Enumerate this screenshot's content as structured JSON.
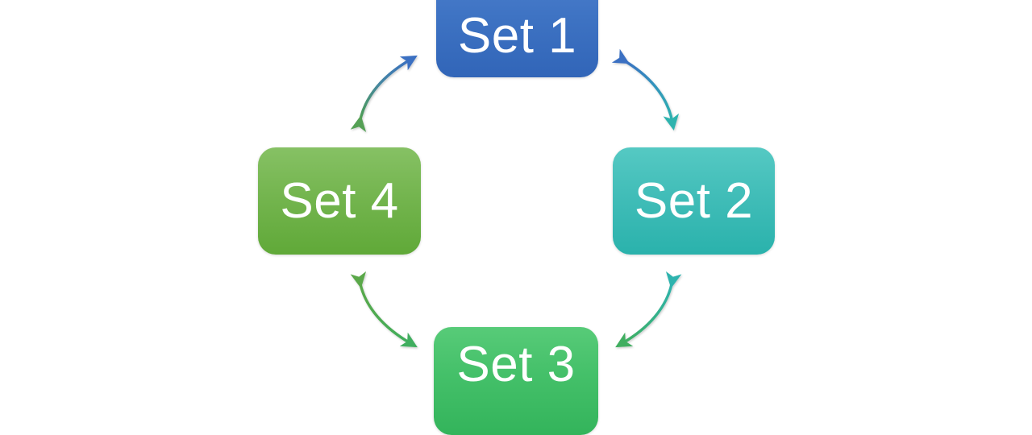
{
  "diagram": {
    "type": "cycle-diagram",
    "title": "",
    "background_color": "#ffffff",
    "nodes": [
      {
        "id": "set1",
        "label": "Set 1",
        "position": "top",
        "color_top": "#4C7FCE",
        "color_bottom": "#3165B8",
        "shape": "rounded-rectangle"
      },
      {
        "id": "set2",
        "label": "Set 2",
        "position": "right",
        "color_top": "#55C9C3",
        "color_bottom": "#2AB2AC",
        "shape": "rounded-rectangle"
      },
      {
        "id": "set3",
        "label": "Set 3",
        "position": "bottom",
        "color_top": "#57CB78",
        "color_bottom": "#33B45B",
        "shape": "rounded-rectangle"
      },
      {
        "id": "set4",
        "label": "Set 4",
        "position": "left",
        "color_top": "#86C164",
        "color_bottom": "#60A938",
        "shape": "rounded-rectangle"
      }
    ],
    "connectors": [
      {
        "id": "set4-set1",
        "from": "set4",
        "to": "set1",
        "style": "curved-double-arrow",
        "color_from": "#4E9E4E",
        "color_to": "#3A6FC2"
      },
      {
        "id": "set1-set2",
        "from": "set1",
        "to": "set2",
        "style": "curved-double-arrow",
        "color_from": "#3A6FC2",
        "color_to": "#2DB3AE"
      },
      {
        "id": "set2-set3",
        "from": "set2",
        "to": "set3",
        "style": "curved-double-arrow",
        "color_from": "#2DB3AE",
        "color_to": "#3FAE5E"
      },
      {
        "id": "set3-set4",
        "from": "set3",
        "to": "set4",
        "style": "curved-double-arrow",
        "color_from": "#3FAE5E",
        "color_to": "#5AA84A"
      }
    ]
  }
}
